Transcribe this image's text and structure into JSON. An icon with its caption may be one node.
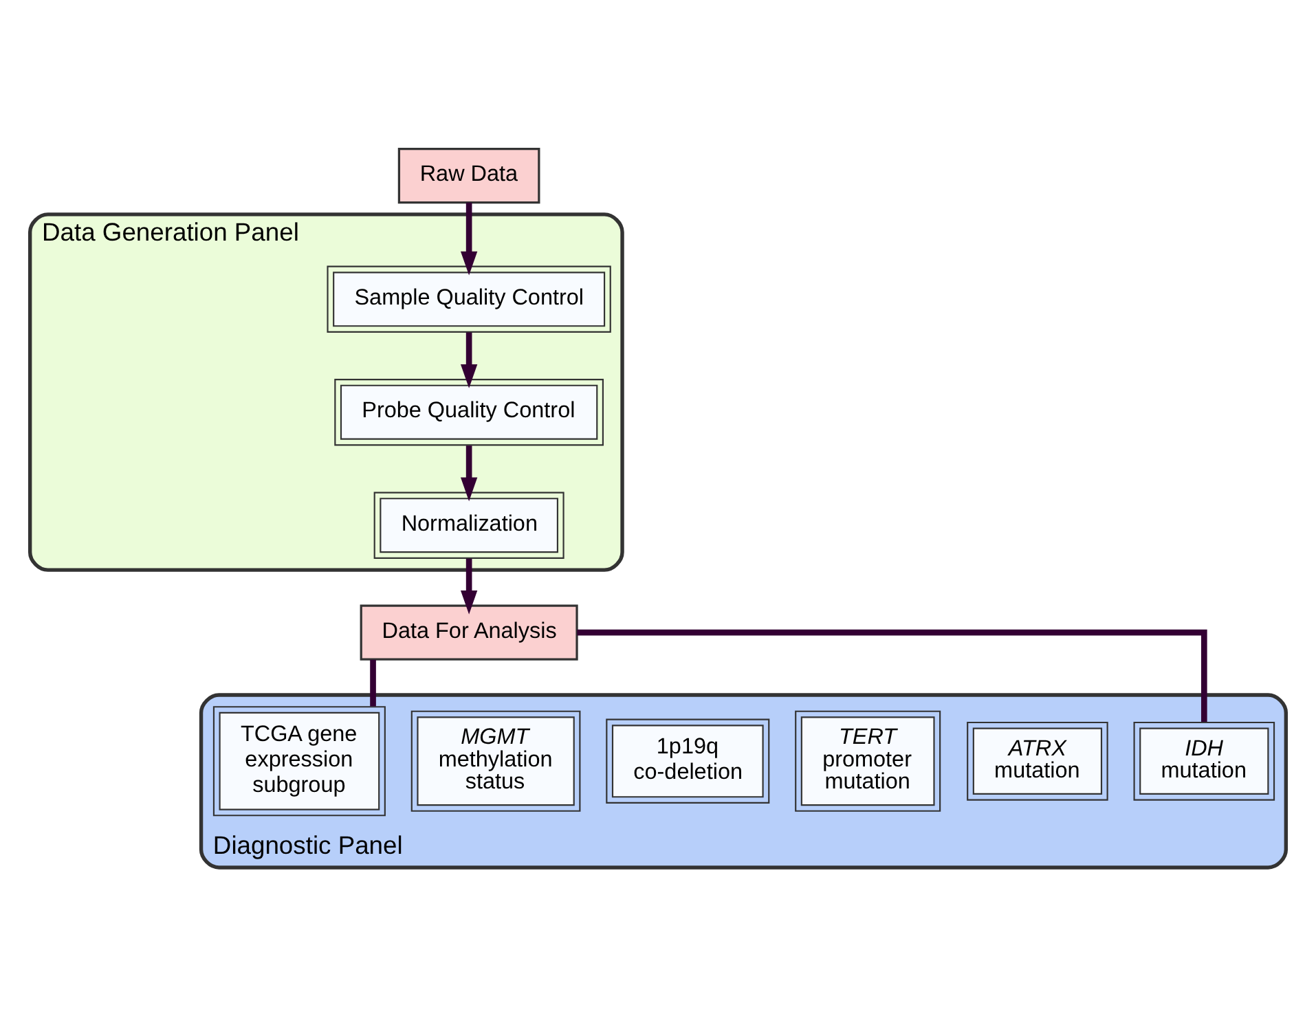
{
  "diagram": {
    "nodes": [
      {
        "text": [
          "Raw Data"
        ]
      },
      {
        "text": [
          "Data Generation Panel"
        ]
      },
      {
        "text": [
          "Sample Quality Control"
        ],
        "in": 1
      },
      {
        "text": [
          "Probe Quality Control"
        ],
        "in": 1
      },
      {
        "text": [
          "Normalization"
        ],
        "in": 1
      },
      {
        "text": [
          "Data For Analysis"
        ]
      },
      {
        "text": [
          "Diagnostic Panel"
        ]
      },
      {
        "text": [
          "TCGA gene expression subgroup"
        ],
        "in": 6
      },
      {
        "text": [
          "*MGMT* methylation status"
        ],
        "in": 6
      },
      {
        "text": [
          "1p19q co-deletion"
        ],
        "in": 6
      },
      {
        "text": [
          "*TERT* promoter mutation"
        ],
        "in": 6
      },
      {
        "text": [
          "*ATRX* mutation"
        ],
        "in": 6
      },
      {
        "text": [
          "*IDH* mutation"
        ],
        "in": 6
      }
    ],
    "edges": [
      {
        "from": 0,
        "to": 2,
        "arrow": "to"
      },
      {
        "from": 2,
        "to": 3,
        "arrow": "to"
      },
      {
        "from": 3,
        "to": 4,
        "arrow": "to"
      },
      {
        "from": 4,
        "to": 5,
        "arrow": "to"
      },
      {
        "from": 5,
        "to": 7,
        "arrow": "none"
      },
      {
        "from": 5,
        "to": 12,
        "arrow": "none"
      }
    ]
  }
}
